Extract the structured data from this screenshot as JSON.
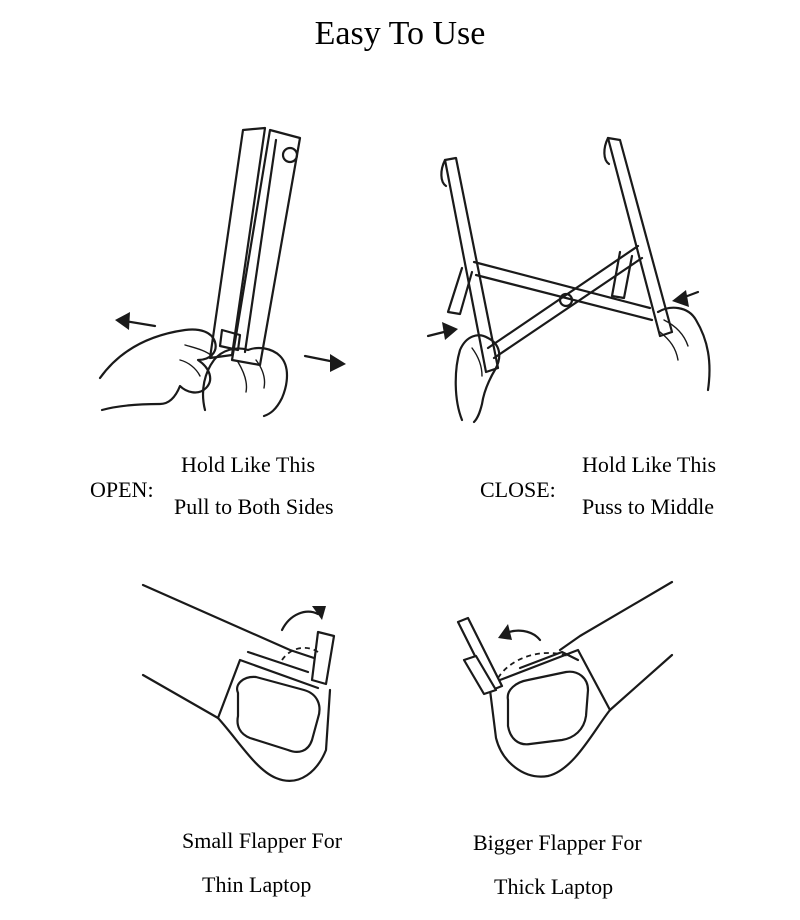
{
  "header": {
    "title": "Easy To Use"
  },
  "open": {
    "label": "OPEN:",
    "line1": "Hold Like This",
    "line2": "Pull to Both Sides"
  },
  "close": {
    "label": "CLOSE:",
    "line1": "Hold Like This",
    "line2": "Puss to Middle"
  },
  "small_flapper": {
    "line1": "Small Flapper For",
    "line2": "Thin Laptop"
  },
  "bigger_flapper": {
    "line1": "Bigger Flapper For",
    "line2": "Thick Laptop"
  }
}
